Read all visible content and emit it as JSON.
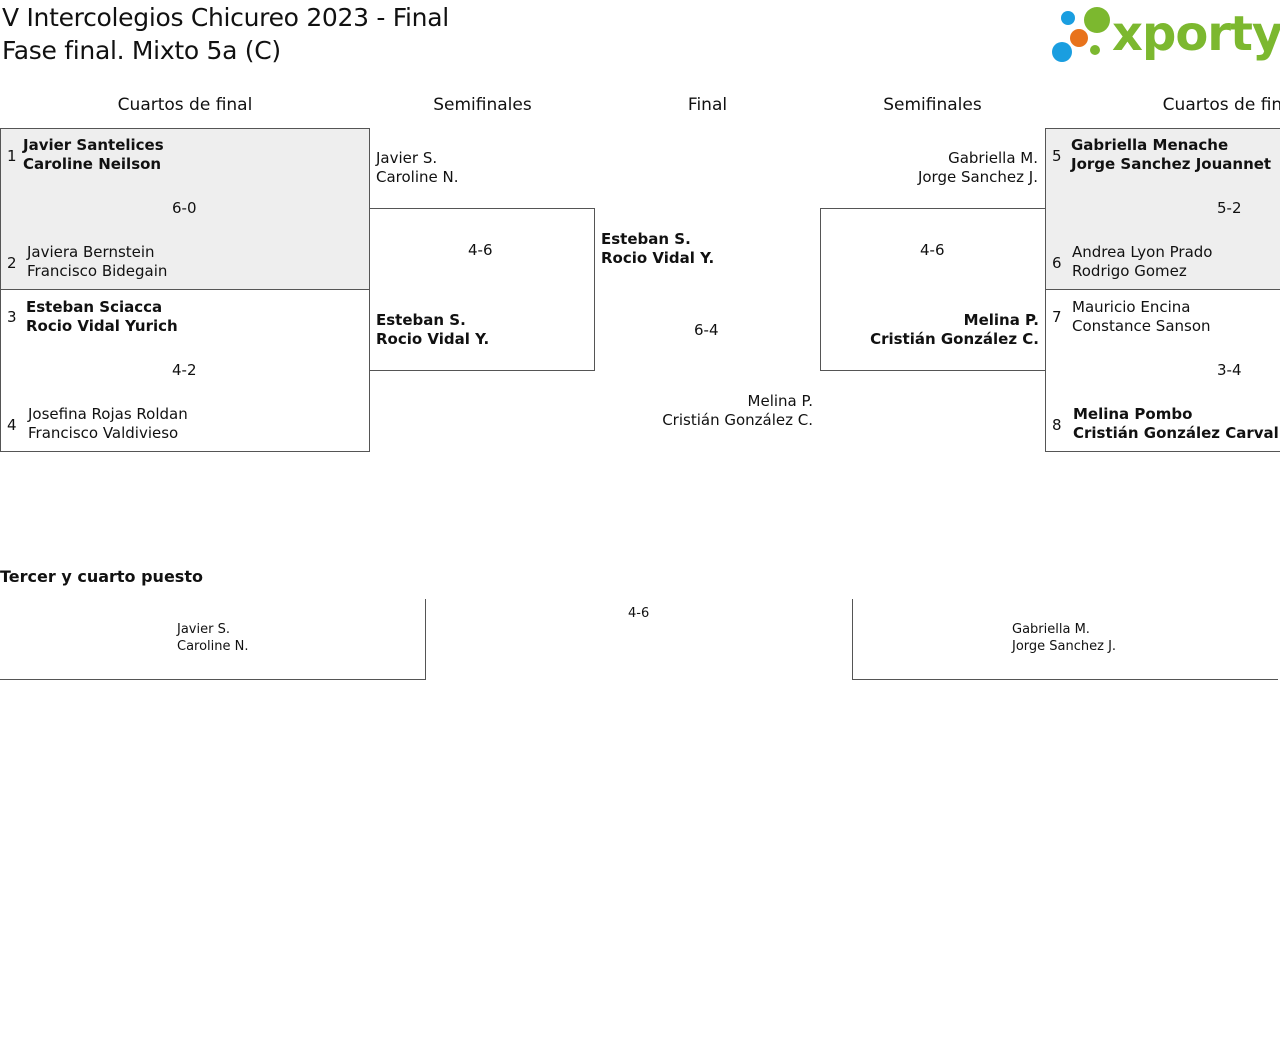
{
  "header": {
    "title": "V Intercolegios Chicureo 2023 - Final",
    "subtitle": "Fase final. Mixto 5a (C)",
    "logo_text": "xporty",
    "logo_colors": {
      "green": "#7cb82f",
      "blue": "#1a9ee0",
      "orange": "#e8731c"
    }
  },
  "rounds": {
    "quarterfinals": "Cuartos de final",
    "semifinals": "Semifinales",
    "final": "Final",
    "semifinals_right": "Semifinales",
    "quarterfinals_right": "Cuartos de final"
  },
  "qf": [
    {
      "top": {
        "seed": "1",
        "p1": "Javier Santelices",
        "p2": "Caroline Neilson"
      },
      "score": "6-0",
      "bottom": {
        "seed": "2",
        "p1": "Javiera Bernstein",
        "p2": "Francisco Bidegain"
      }
    },
    {
      "top": {
        "seed": "3",
        "p1": "Esteban Sciacca",
        "p2": "Rocio Vidal Yurich"
      },
      "score": "4-2",
      "bottom": {
        "seed": "4",
        "p1": "Josefina Rojas Roldan",
        "p2": "Francisco Valdivieso"
      }
    },
    {
      "top": {
        "seed": "5",
        "p1": "Gabriella Menache",
        "p2": "Jorge Sanchez Jouannet"
      },
      "score": "5-2",
      "bottom": {
        "seed": "6",
        "p1": "Andrea Lyon Prado",
        "p2": "Rodrigo Gomez"
      }
    },
    {
      "top": {
        "seed": "7",
        "p1": "Mauricio Encina",
        "p2": "Constance Sanson"
      },
      "score": "3-4",
      "bottom": {
        "seed": "8",
        "p1": "Melina Pombo",
        "p2": "Cristián González Carvallo"
      }
    }
  ],
  "sf": [
    {
      "top": {
        "p1": "Javier S.",
        "p2": "Caroline N."
      },
      "score": "4-6",
      "bottom": {
        "p1": "Esteban S.",
        "p2": "Rocio Vidal Y."
      }
    },
    {
      "top": {
        "p1": "Gabriella M.",
        "p2": "Jorge Sanchez J."
      },
      "score": "4-6",
      "bottom": {
        "p1": "Melina P.",
        "p2": "Cristián González C."
      }
    }
  ],
  "final": {
    "top": {
      "p1": "Esteban S.",
      "p2": "Rocio Vidal Y."
    },
    "score": "6-4",
    "bottom": {
      "p1": "Melina P.",
      "p2": "Cristián González C."
    }
  },
  "third_place": {
    "title": "Tercer y cuarto puesto",
    "left": {
      "p1": "Javier S.",
      "p2": "Caroline N."
    },
    "score": "4-6",
    "right": {
      "p1": "Gabriella M.",
      "p2": "Jorge Sanchez J."
    }
  }
}
